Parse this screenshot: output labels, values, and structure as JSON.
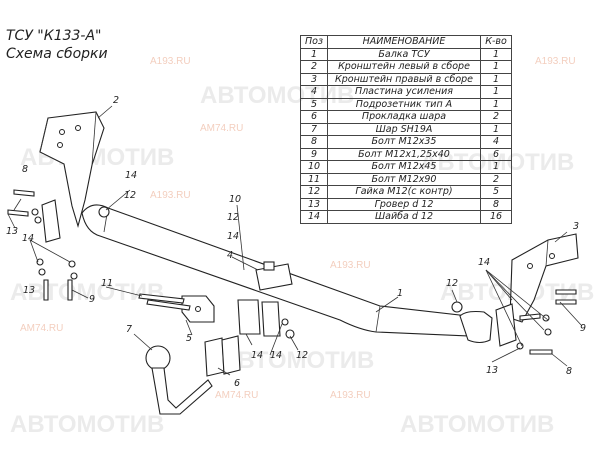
{
  "title": "ТСУ \"К133-А\"",
  "subtitle": "Схема сборки",
  "table": {
    "headers": [
      "Поз",
      "НАИМЕНОВАНИЕ",
      "К-во"
    ],
    "rows": [
      [
        "1",
        "Балка ТСУ",
        "1"
      ],
      [
        "2",
        "Кронштейн левый в сборе",
        "1"
      ],
      [
        "3",
        "Кронштейн правый в сборе",
        "1"
      ],
      [
        "4",
        "Пластина усиления",
        "1"
      ],
      [
        "5",
        "Подрозетник тип А",
        "1"
      ],
      [
        "6",
        "Прокладка шара",
        "2"
      ],
      [
        "7",
        "Шар SH19A",
        "1"
      ],
      [
        "8",
        "Болт М12х35",
        "4"
      ],
      [
        "9",
        "Болт М12х1,25х40",
        "6"
      ],
      [
        "10",
        "Болт М12х45",
        "1"
      ],
      [
        "11",
        "Болт М12х90",
        "2"
      ],
      [
        "12",
        "Гайка М12(с контр)",
        "5"
      ],
      [
        "13",
        "Гровер d 12",
        "8"
      ],
      [
        "14",
        "Шайба d 12",
        "16"
      ]
    ]
  },
  "callouts": [
    "1",
    "2",
    "3",
    "4",
    "5",
    "6",
    "7",
    "8",
    "9",
    "10",
    "11",
    "12",
    "13",
    "14"
  ],
  "watermarks": {
    "brand": "АВТОМОТИВ",
    "site1": "АМ74.RU",
    "site2": "А193.RU"
  }
}
